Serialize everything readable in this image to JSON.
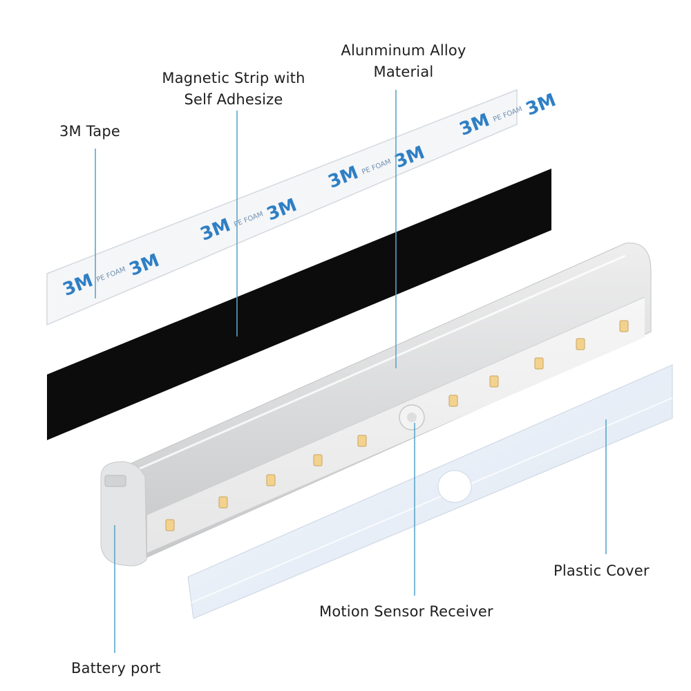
{
  "labels": {
    "tape": "3M Tape",
    "magnetic_line1": "Magnetic Strip with",
    "magnetic_line2": "Self Adhesize",
    "alloy_line1": "Alunminum Alloy",
    "alloy_line2": "Material",
    "plastic_cover": "Plastic Cover",
    "motion_sensor": "Motion Sensor Receiver",
    "battery_port": "Battery port"
  },
  "tape_print": {
    "logo": "3M",
    "foam": "PE FOAM"
  },
  "colors": {
    "leader_line": "#5aa6c8",
    "tape_logo": "#2f7fc4",
    "magnetic_strip": "#0c0c0c",
    "housing": "#d9dadb",
    "led": "#f2d28e",
    "cover": "#e7eef8"
  }
}
